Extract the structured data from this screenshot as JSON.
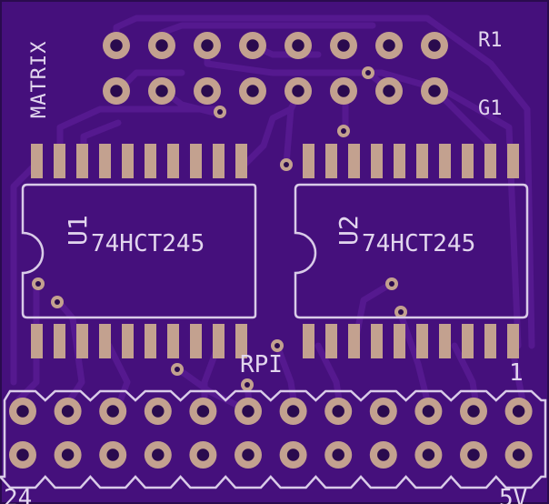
{
  "board": {
    "colors": {
      "substrate": "#45107c",
      "copper_trace": "#53198d",
      "pad": "#c3a18f",
      "silkscreen": "#e2d6ee"
    },
    "labels": {
      "matrix": "MATRIX",
      "r1": "R1",
      "g1": "G1",
      "rpi": "RPI",
      "pin_one": "1",
      "pin_last": "24",
      "five_volt": "5V"
    },
    "chips": [
      {
        "ref": "U1",
        "part": "74HCT245"
      },
      {
        "ref": "U2",
        "part": "74HCT245"
      }
    ],
    "connectors": {
      "matrix_header": {
        "rows": 2,
        "cols": 8
      },
      "rpi_header": {
        "rows": 2,
        "cols": 12
      }
    }
  }
}
